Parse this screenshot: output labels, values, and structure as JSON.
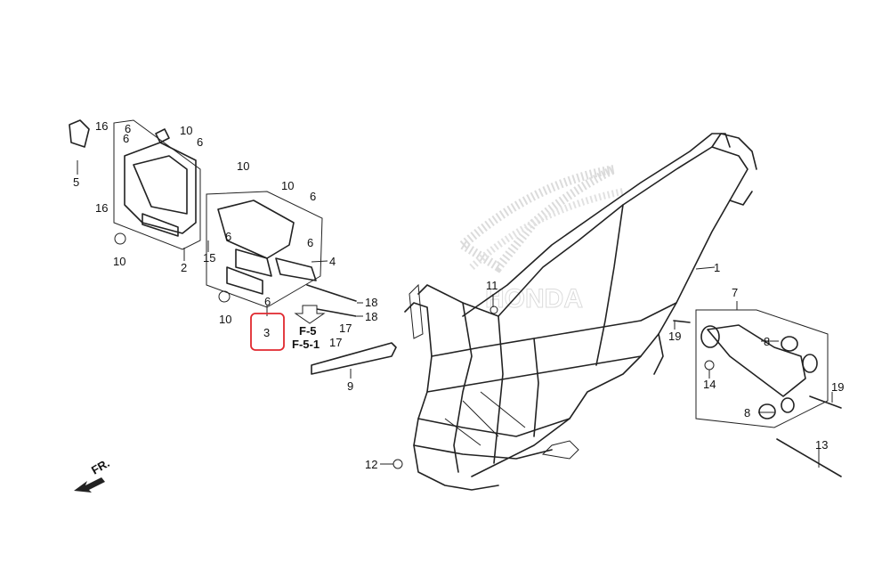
{
  "callouts": {
    "c1": "1",
    "c2": "2",
    "c3": "3",
    "c4": "4",
    "c5": "5",
    "c6a": "6",
    "c6b": "6",
    "c6c": "6",
    "c6d": "6",
    "c6e": "6",
    "c6f": "6",
    "c6g": "6",
    "c7": "7",
    "c8a": "8",
    "c8b": "8",
    "c9": "9",
    "c10a": "10",
    "c10b": "10",
    "c10c": "10",
    "c10d": "10",
    "c10e": "10",
    "c11": "11",
    "c12": "12",
    "c13": "13",
    "c14": "14",
    "c15": "15",
    "c16a": "16",
    "c16b": "16",
    "c17a": "17",
    "c17b": "17",
    "c18a": "18",
    "c18b": "18",
    "c19a": "19",
    "c19b": "19"
  },
  "references": {
    "ref1": "F-5",
    "ref2": "F-5-1"
  },
  "direction": {
    "label": "FR."
  },
  "watermark": {
    "text": "HONDA"
  },
  "highlight": {
    "color": "#e0282e"
  }
}
